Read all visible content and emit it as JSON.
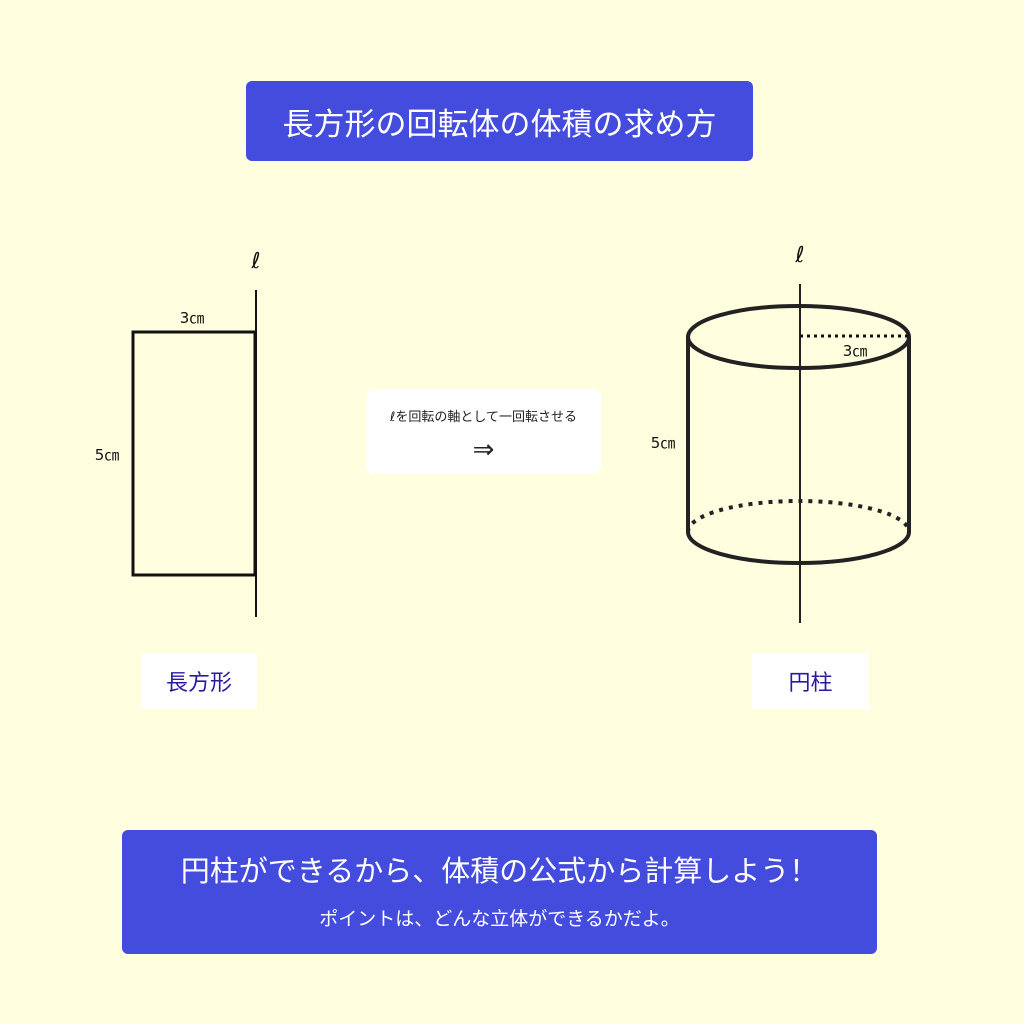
{
  "title": "長方形の回転体の体積の求め方",
  "left_figure": {
    "axis_label": "ℓ",
    "width_label": "3㎝",
    "height_label": "5㎝",
    "name": "長方形"
  },
  "middle": {
    "instruction": "ℓを回転の軸として一回転させる",
    "arrow": "⇒"
  },
  "right_figure": {
    "axis_label": "ℓ",
    "radius_label": "3㎝",
    "height_label": "5㎝",
    "name": "円柱"
  },
  "bottom": {
    "main": "円柱ができるから、体積の公式から計算しよう！",
    "sub": "ポイントは、どんな立体ができるかだよ。"
  },
  "colors": {
    "background": "#ffffe0",
    "accent": "#444cdd",
    "label_text": "#2a1aa0"
  }
}
